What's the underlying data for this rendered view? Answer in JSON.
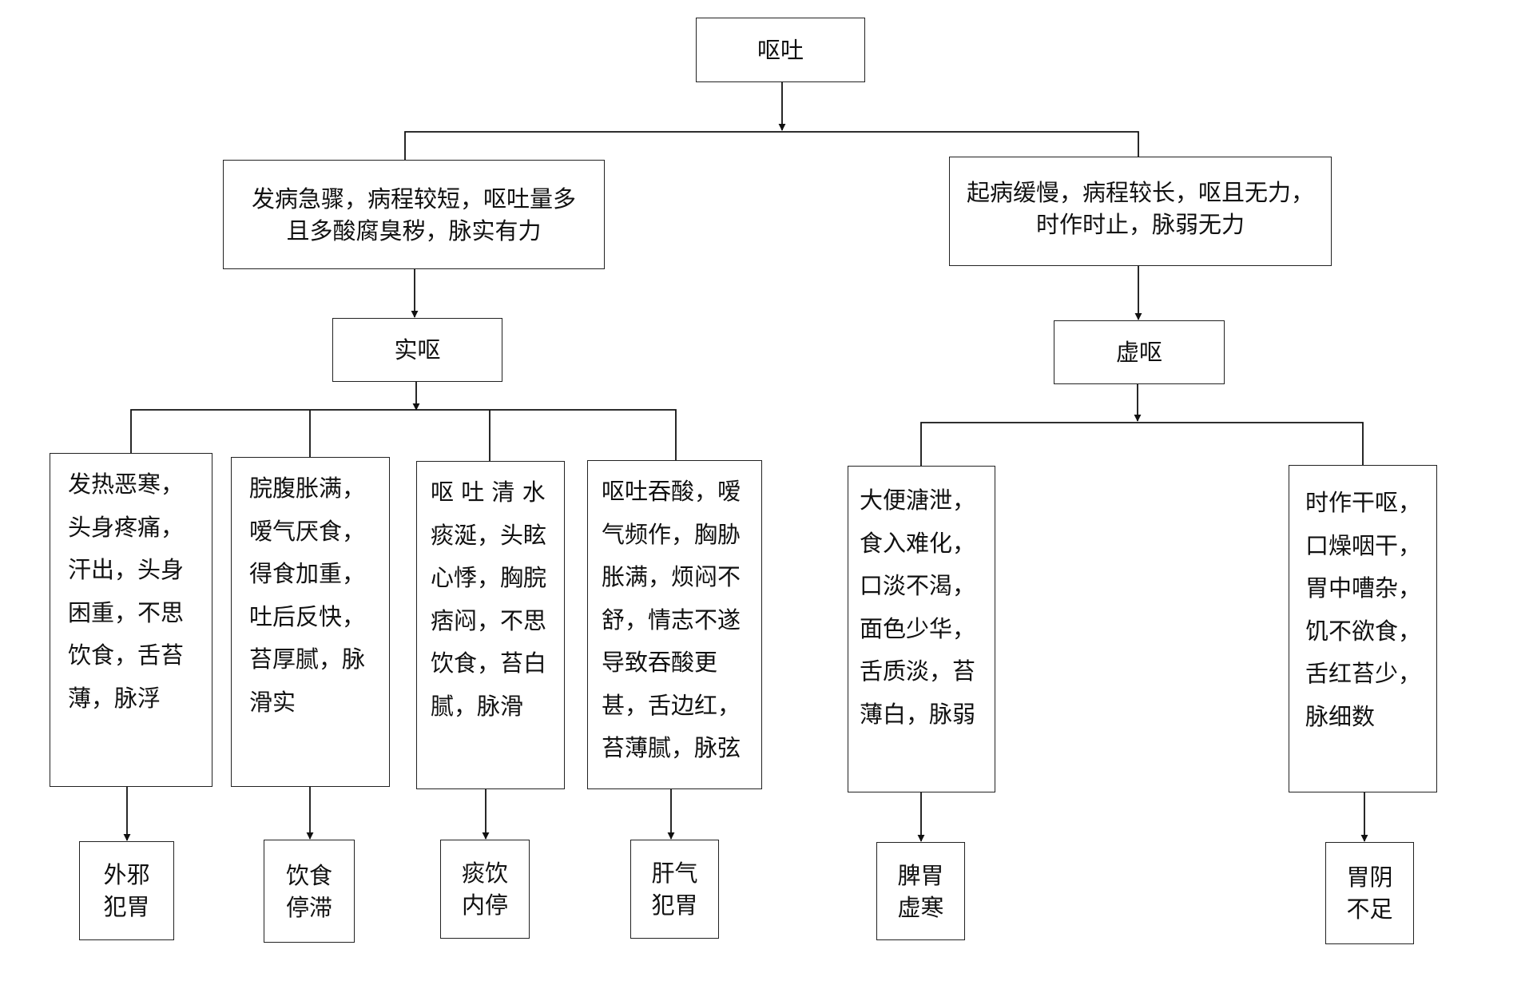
{
  "root": {
    "label": "呕吐"
  },
  "branches": {
    "shi": {
      "desc": [
        "发病急骤，病程较短，呕吐量多",
        "且多酸腐臭秽，脉实有力"
      ],
      "label": "实呕",
      "children": [
        {
          "lines": [
            "发热恶寒，",
            "头身疼痛，",
            "汗出，头身",
            "困重，不思",
            "饮食，舌苔",
            "薄，脉浮"
          ],
          "result": [
            "外邪",
            "犯胃"
          ]
        },
        {
          "lines": [
            "脘腹胀满，",
            "嗳气厌食，",
            "得食加重，",
            "吐后反快，",
            "苔厚腻，脉",
            "滑实"
          ],
          "result": [
            "饮食",
            "停滞"
          ]
        },
        {
          "lines": [
            "呕 吐 清 水",
            "痰涎，头眩",
            "心悸，胸脘",
            "痞闷，不思",
            "饮食，苔白",
            "腻，脉滑"
          ],
          "result": [
            "痰饮",
            "内停"
          ]
        },
        {
          "lines": [
            "呕吐吞酸，嗳",
            "气频作，胸胁",
            "胀满，烦闷不",
            "舒，情志不遂",
            "导致吞酸更",
            "甚，舌边红，",
            "苔薄腻，脉弦"
          ],
          "result": [
            "肝气",
            "犯胃"
          ]
        }
      ]
    },
    "xu": {
      "desc": [
        "起病缓慢，病程较长，呕且无力，",
        "时作时止，脉弱无力"
      ],
      "label": "虚呕",
      "children": [
        {
          "lines": [
            "大便溏泄，",
            "食入难化，",
            "口淡不渴，",
            "面色少华，",
            "舌质淡，苔",
            "薄白，脉弱"
          ],
          "result": [
            "脾胃",
            "虚寒"
          ]
        },
        {
          "lines": [
            "时作干呕，",
            "口燥咽干，",
            "胃中嘈杂，",
            "饥不欲食，",
            "舌红苔少，",
            "脉细数"
          ],
          "result": [
            "胃阴",
            "不足"
          ]
        }
      ]
    }
  }
}
